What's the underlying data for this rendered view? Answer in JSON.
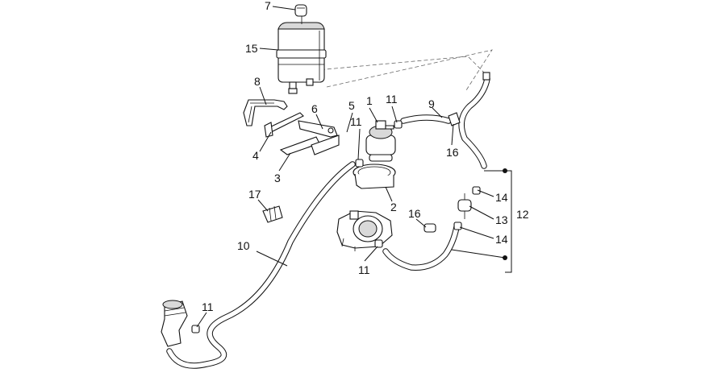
{
  "labels": {
    "l1": "1",
    "l2": "2",
    "l3": "3",
    "l4": "4",
    "l5": "5",
    "l6": "6",
    "l7": "7",
    "l8": "8",
    "l9": "9",
    "l10": "10",
    "l11a": "11",
    "l11b": "11",
    "l11c": "11",
    "l11d": "11",
    "l12": "12",
    "l13": "13",
    "l14a": "14",
    "l14b": "14",
    "l15": "15",
    "l16a": "16",
    "l16b": "16",
    "l17": "17"
  },
  "colors": {
    "line": "#111111",
    "shade": "#d9d9d9",
    "background": "#ffffff"
  }
}
